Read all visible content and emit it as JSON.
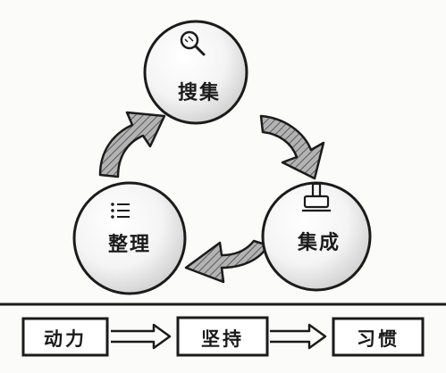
{
  "cycle": {
    "nodes": [
      {
        "label": "搜集",
        "icon": "magnifier-icon"
      },
      {
        "label": "集成",
        "icon": "stamp-icon"
      },
      {
        "label": "整理",
        "icon": "list-icon"
      }
    ]
  },
  "flow": {
    "steps": [
      {
        "label": "动力"
      },
      {
        "label": "坚持"
      },
      {
        "label": "习惯"
      }
    ]
  },
  "colors": {
    "ink": "#1b1b1b",
    "circle_fill": "#ffffff",
    "circle_shade": "#d9d9d9",
    "arrow_fill": "#9a9a9a",
    "arrow_hatch": "#5a5a5a",
    "background": "#fbfbfa"
  }
}
